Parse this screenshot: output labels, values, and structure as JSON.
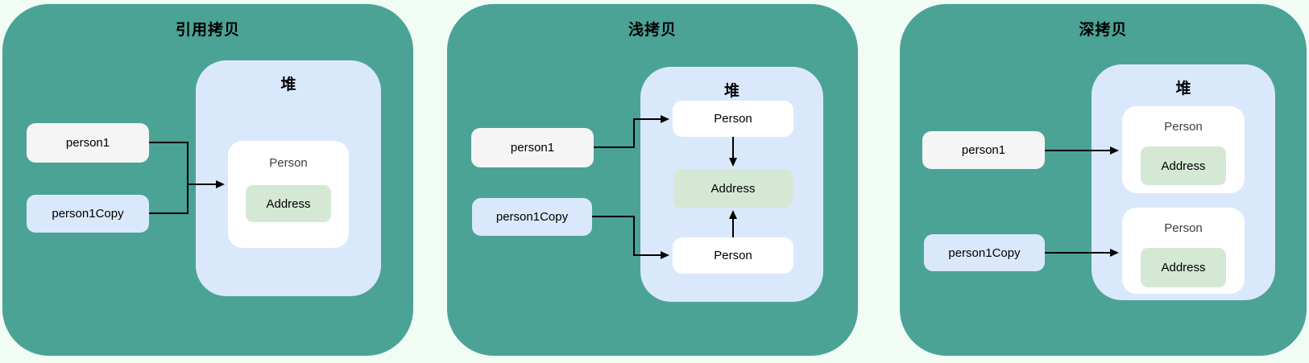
{
  "colors": {
    "canvas_bg": "#F0FCF4",
    "panel_bg": "#4BA396",
    "heap_bg": "#DAE8FC",
    "stack_var_gray": "#F5F5F6",
    "stack_var_blue": "#DAE8FC",
    "object_white": "#FFFFFF",
    "address_green": "#D5E8D4",
    "connector_black": "#000000",
    "object_label_gray": "#3C4043"
  },
  "panels": [
    {
      "title": "引用拷贝",
      "heap_label": "堆",
      "var1": "person1",
      "var2": "person1Copy",
      "object1_label": "Person",
      "address1_label": "Address"
    },
    {
      "title": "浅拷贝",
      "heap_label": "堆",
      "var1": "person1",
      "var2": "person1Copy",
      "object1_label": "Person",
      "address1_label": "Address",
      "object2_label": "Person"
    },
    {
      "title": "深拷贝",
      "heap_label": "堆",
      "var1": "person1",
      "var2": "person1Copy",
      "object1_label": "Person",
      "address1_label": "Address",
      "object2_label": "Person",
      "address2_label": "Address"
    }
  ]
}
